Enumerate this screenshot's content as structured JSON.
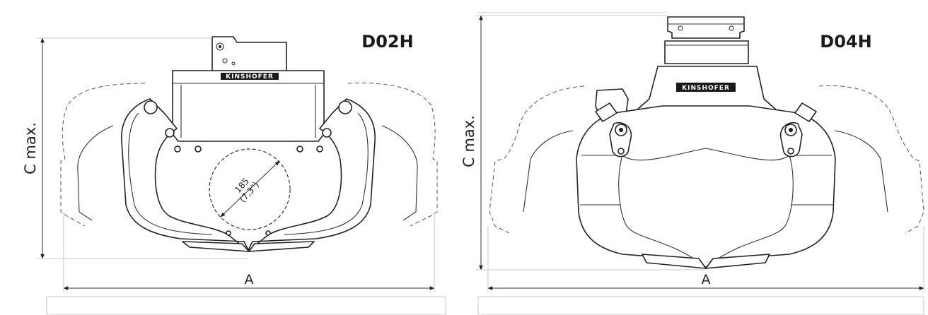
{
  "figures": [
    {
      "model": "D02H",
      "height_label": "C max.",
      "width_label": "A",
      "log_diameter_mm": "185",
      "log_diameter_in": "(7,3\")",
      "brand_plate": "KINSHOFER"
    },
    {
      "model": "D04H",
      "height_label": "C max.",
      "width_label": "A",
      "brand_plate": "KINSHOFER"
    }
  ]
}
